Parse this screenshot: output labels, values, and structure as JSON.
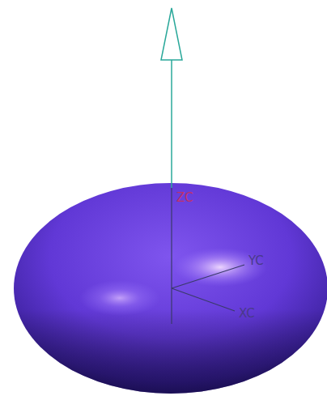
{
  "diagram": {
    "labels": [
      "ZC",
      "YC",
      "XC"
    ]
  }
}
